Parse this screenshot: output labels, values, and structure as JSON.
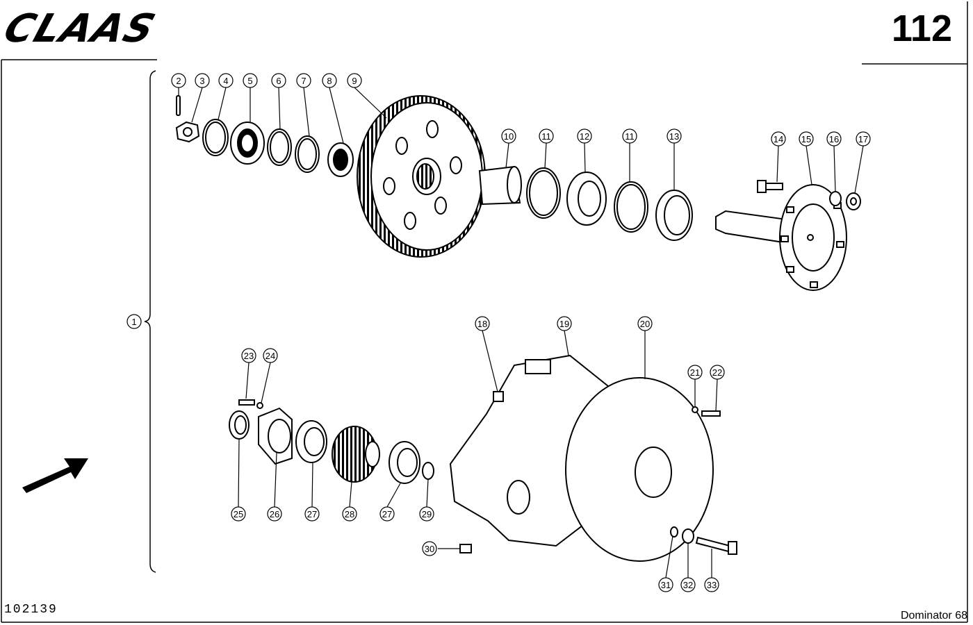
{
  "header": {
    "brand": "CLAAS",
    "page_number": "112"
  },
  "footer": {
    "document_number": "102139",
    "model": "Dominator 68"
  },
  "callouts": {
    "c1": "1",
    "c2": "2",
    "c3": "3",
    "c4": "4",
    "c5": "5",
    "c6": "6",
    "c7": "7",
    "c8": "8",
    "c9": "9",
    "c10": "10",
    "c11a": "11",
    "c12": "12",
    "c11b": "11",
    "c13": "13",
    "c14": "14",
    "c15": "15",
    "c16": "16",
    "c17": "17",
    "c18": "18",
    "c19": "19",
    "c20": "20",
    "c21": "21",
    "c22": "22",
    "c23": "23",
    "c24": "24",
    "c25": "25",
    "c26": "26",
    "c27a": "27",
    "c28": "28",
    "c27b": "27",
    "c29": "29",
    "c30": "30",
    "c31": "31",
    "c32": "32",
    "c33": "33"
  },
  "colors": {
    "ink": "#000000",
    "paper": "#ffffff"
  }
}
